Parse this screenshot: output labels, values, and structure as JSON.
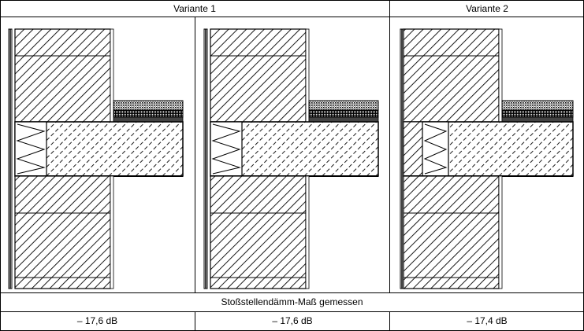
{
  "header": {
    "variant1_label": "Variante 1",
    "variant2_label": "Variante 2"
  },
  "caption": {
    "measured_label": "Stoßstellendämm-Maß gemessen"
  },
  "results": {
    "col1": "– 17,6 dB",
    "col2": "– 17,6 dB",
    "col3": "– 17,4 dB"
  }
}
